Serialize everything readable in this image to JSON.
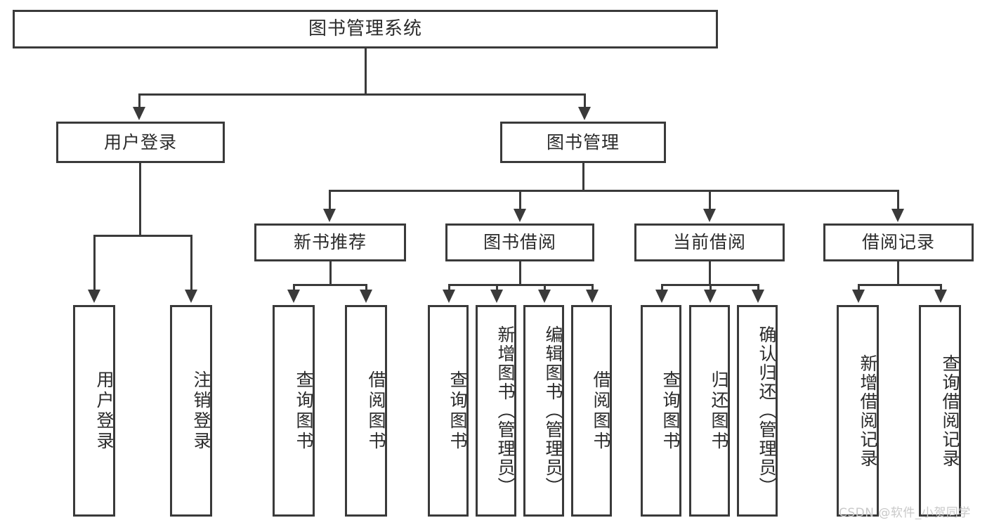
{
  "diagram": {
    "title": "图书管理系统",
    "root": {
      "label": "图书管理系统"
    },
    "level2": [
      {
        "label": "用户登录"
      },
      {
        "label": "图书管理"
      }
    ],
    "level3": [
      {
        "label": "新书推荐"
      },
      {
        "label": "图书借阅"
      },
      {
        "label": "当前借阅"
      },
      {
        "label": "借阅记录"
      }
    ],
    "leaves": {
      "user_login": [
        {
          "label": "用户登录"
        },
        {
          "label": "注销登录"
        }
      ],
      "new_book_recommend": [
        {
          "label": "查询图书"
        },
        {
          "label": "借阅图书"
        }
      ],
      "book_borrow": [
        {
          "label": "查询图书"
        },
        {
          "label": "新增图书（管理员）"
        },
        {
          "label": "编辑图书（管理员）"
        },
        {
          "label": "借阅图书"
        }
      ],
      "current_borrow": [
        {
          "label": "查询图书"
        },
        {
          "label": "归还图书"
        },
        {
          "label": "确认归还（管理员）"
        }
      ],
      "borrow_records": [
        {
          "label": "新增借阅记录"
        },
        {
          "label": "查询借阅记录"
        }
      ]
    }
  },
  "watermark": {
    "text": "CSDN @软件_小贺同学"
  },
  "colors": {
    "stroke": "#3a3a3a",
    "background": "#ffffff",
    "text": "#2b2b2b",
    "watermark": "#c9c9c9"
  }
}
